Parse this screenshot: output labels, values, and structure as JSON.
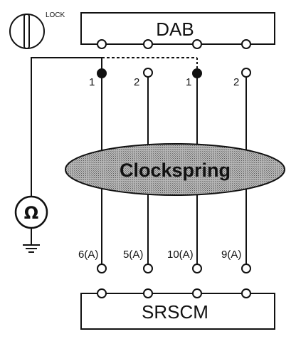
{
  "diagram": {
    "lock_label": "LOCK",
    "dab_label": "DAB",
    "srscm_label": "SRSCM",
    "clockspring_label": "Clockspring",
    "ohm_symbol": "Ω",
    "top_pins": [
      "1",
      "2",
      "1",
      "2"
    ],
    "bottom_pins": [
      "6(A)",
      "5(A)",
      "10(A)",
      "9(A)"
    ],
    "colors": {
      "line": "#111111",
      "clockspring_fill": "#9a9a9a"
    }
  }
}
